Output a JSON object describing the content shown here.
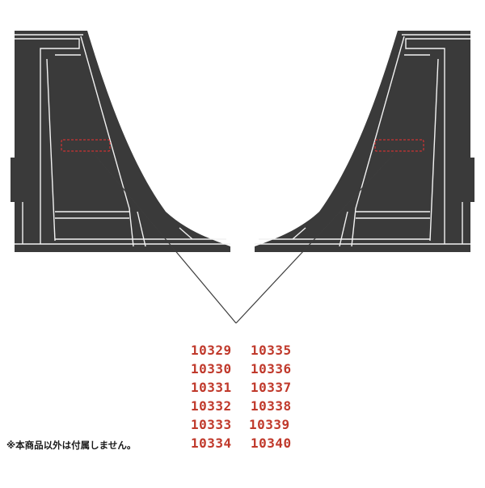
{
  "colors": {
    "fin": "#3a3a3a",
    "panel_line": "#f2f2f2",
    "leader": "#3c3c3c",
    "decal_box": "#cc3333",
    "number_text": "#c0392b",
    "note_text": "#1a1a1a"
  },
  "numbers_left": [
    "10329",
    "10330",
    "10331",
    "10332",
    "10333",
    "10334"
  ],
  "numbers_right": [
    "10335",
    "10336",
    "10337",
    "10338",
    "10339",
    "10340"
  ],
  "note": "※本商品以外は付属しません。"
}
